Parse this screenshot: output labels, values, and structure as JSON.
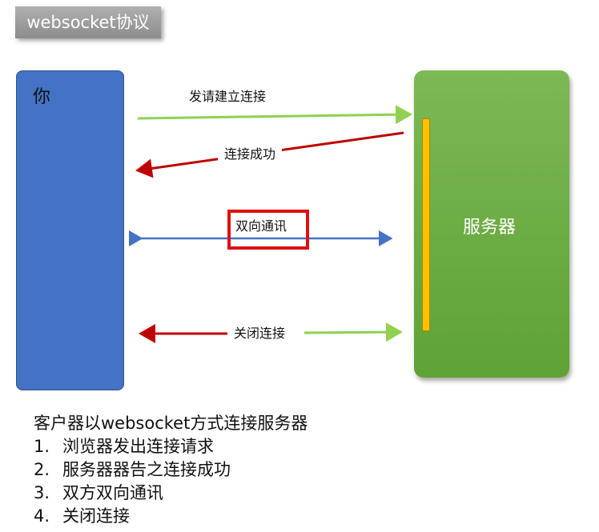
{
  "title": "websocket协议",
  "client": {
    "label": "你"
  },
  "server": {
    "label": "服务器"
  },
  "arrows": {
    "request": "发请建立连接",
    "success": "连接成功",
    "bidirectional": "双向通讯",
    "close": "关闭连接"
  },
  "colors": {
    "client_fill": "#4472c4",
    "server_fill": "#70ad47",
    "server_bar": "#ffc000",
    "green_arrow": "#92d050",
    "red_arrow": "#c00000",
    "blue_arrow": "#4472c4",
    "highlight": "#e01010"
  },
  "summary": {
    "heading": "客户器以websocket方式连接服务器",
    "items": [
      {
        "num": "1.",
        "text": "浏览器发出连接请求"
      },
      {
        "num": "2.",
        "text": "服务器器告之连接成功"
      },
      {
        "num": "3.",
        "text": "双方双向通讯"
      },
      {
        "num": "4.",
        "text": "关闭连接"
      }
    ]
  }
}
